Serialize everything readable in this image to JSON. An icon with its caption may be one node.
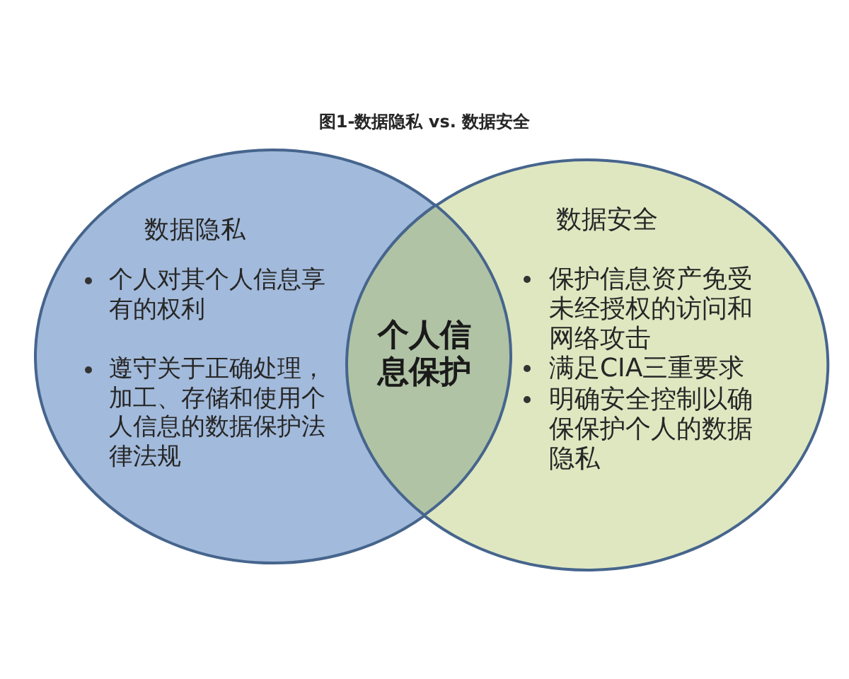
{
  "diagram": {
    "title": "图1-数据隐私 vs. 数据安全",
    "nodes": [
      {
        "text": [
          "数据隐私",
          "个人对其个人信息享有的权利",
          "遵守关于正确处理，加工、存储和使用个人信息的数据保护法律法规"
        ]
      },
      {
        "text": [
          "数据安全",
          "保护信息资产免受未经授权的访问和网络攻击",
          "满足CIA三重要求",
          "明确安全控制以确保保护个人的数据隐私"
        ]
      },
      {
        "text": [
          "个人信息保护"
        ]
      }
    ]
  }
}
